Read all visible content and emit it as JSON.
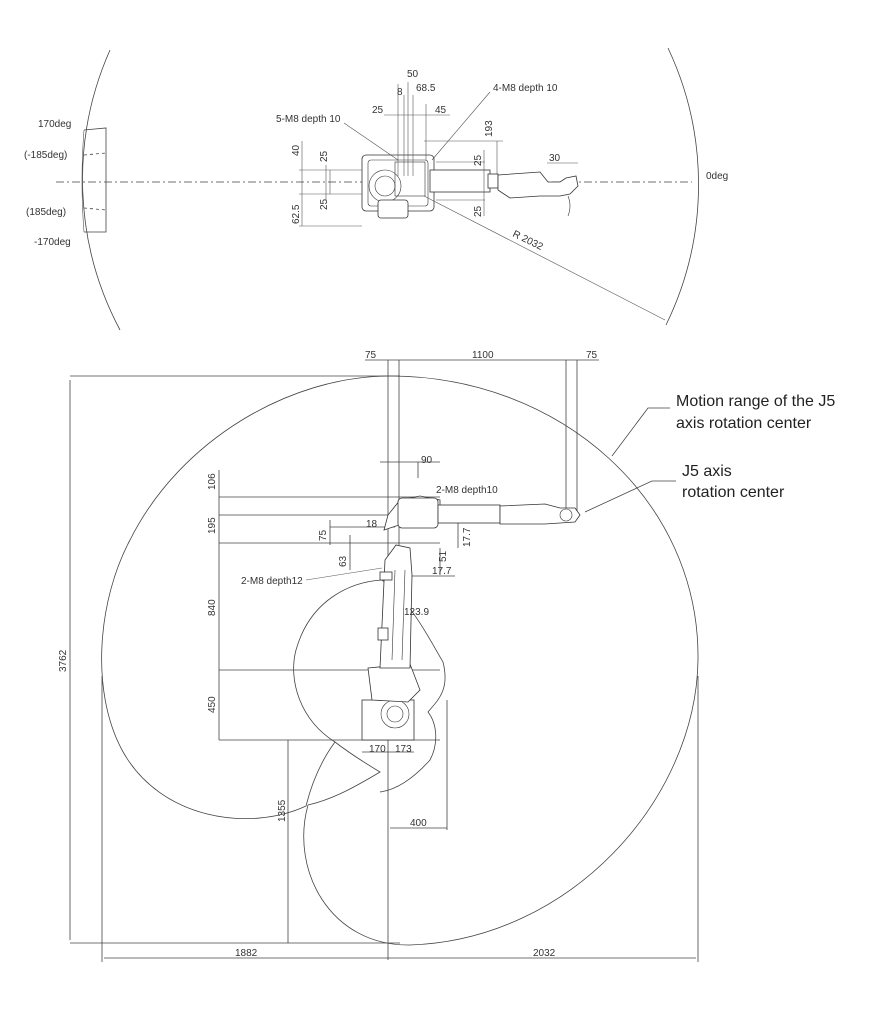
{
  "top_view": {
    "angles": {
      "pos_170": "170deg",
      "neg_185": "(-185deg)",
      "pos_185": "(185deg)",
      "neg_170": "-170deg",
      "zero": "0deg"
    },
    "dims": {
      "d50": "50",
      "d8": "8",
      "d68_5": "68.5",
      "d25_top": "25",
      "d45": "45",
      "holes_5m8": "5-M8 depth 10",
      "holes_4m8": "4-M8 depth 10",
      "d193": "193",
      "d40": "40",
      "d25_a": "25",
      "d25_b": "25",
      "d62_5": "62.5",
      "d25_c": "25",
      "d25_d": "25",
      "d30": "30",
      "radius": "R 2032"
    }
  },
  "side_view": {
    "dims": {
      "d75_left": "75",
      "d1100": "1100",
      "d75_right": "75",
      "d90": "90",
      "d106": "106",
      "holes_2m8_10": "2-M8 depth10",
      "d195": "195",
      "d18": "18",
      "d75_v": "75",
      "d63": "63",
      "d17_7_v": "17.7",
      "d51": "51",
      "d17_7_h": "17.7",
      "holes_2m8_12": "2-M8 depth12",
      "d123_9": "123.9",
      "d840": "840",
      "d450": "450",
      "d170": "170",
      "d173": "173",
      "d1355": "1355",
      "d400": "400",
      "d3762": "3762",
      "d1882": "1882",
      "d2032": "2032"
    },
    "notes": {
      "motion_range": [
        "Motion range of the J5",
        "axis rotation center"
      ],
      "j5_center": [
        "J5 axis",
        "rotation center"
      ]
    }
  }
}
